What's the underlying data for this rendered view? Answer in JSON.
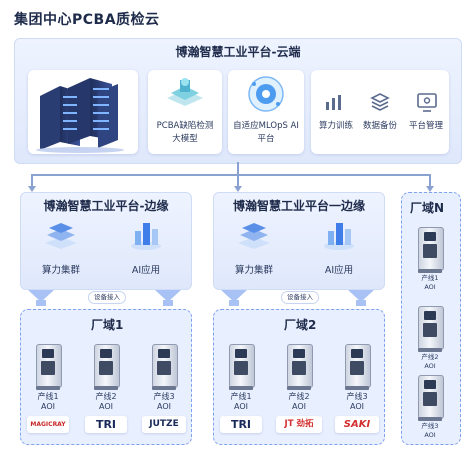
{
  "title": "集团中心PCBA质检云",
  "cloud": {
    "title": "博瀚智慧工业平台-云端",
    "cards": [
      {
        "label": "PCBA缺陷检测大模型",
        "line1": "PCBA缺陷检测",
        "line2": "大模型"
      },
      {
        "label": "自适应MLOpS AI平台",
        "line1": "自适应MLOpS AI",
        "line2": "平台"
      }
    ],
    "tools": [
      {
        "label": "算力训练",
        "icon": "compute-training-icon"
      },
      {
        "label": "数据备份",
        "icon": "data-backup-icon"
      },
      {
        "label": "平台管理",
        "icon": "platform-management-icon"
      }
    ]
  },
  "edge_left": {
    "title": "博瀚智慧工业平台-边缘",
    "items": [
      {
        "label": "算力集群"
      },
      {
        "label": "AI应用"
      }
    ],
    "access_label": "设备接入"
  },
  "edge_right": {
    "title": "博瀚智慧工业平台一边缘",
    "items": [
      {
        "label": "算力集群"
      },
      {
        "label": "AI应用"
      }
    ],
    "access_label": "设备接入"
  },
  "factory1": {
    "title": "厂域1",
    "machines": [
      {
        "line": "产线1",
        "type": "AOI",
        "logo": "MAGICRAY"
      },
      {
        "line": "产线2",
        "type": "AOI",
        "logo": "TRI"
      },
      {
        "line": "产线3",
        "type": "AOI",
        "logo": "JUTZE"
      }
    ]
  },
  "factory2": {
    "title": "厂域2",
    "machines": [
      {
        "line": "产线1",
        "type": "AOI",
        "logo": "TRI"
      },
      {
        "line": "产线2",
        "type": "AOI",
        "logo": "JT 劲拓"
      },
      {
        "line": "产线3",
        "type": "AOI",
        "logo": "SAKI"
      }
    ]
  },
  "factoryN": {
    "title": "厂域N",
    "machines": [
      {
        "line": "产线1",
        "type": "AOI"
      },
      {
        "line": "产线2",
        "type": "AOI"
      },
      {
        "line": "产线3",
        "type": "AOI"
      }
    ]
  },
  "colors": {
    "accent": "#3d6ef5",
    "panel": "#e3ebfc",
    "dashed_border": "#7ea1f0",
    "connector": "#8aa2cf"
  }
}
